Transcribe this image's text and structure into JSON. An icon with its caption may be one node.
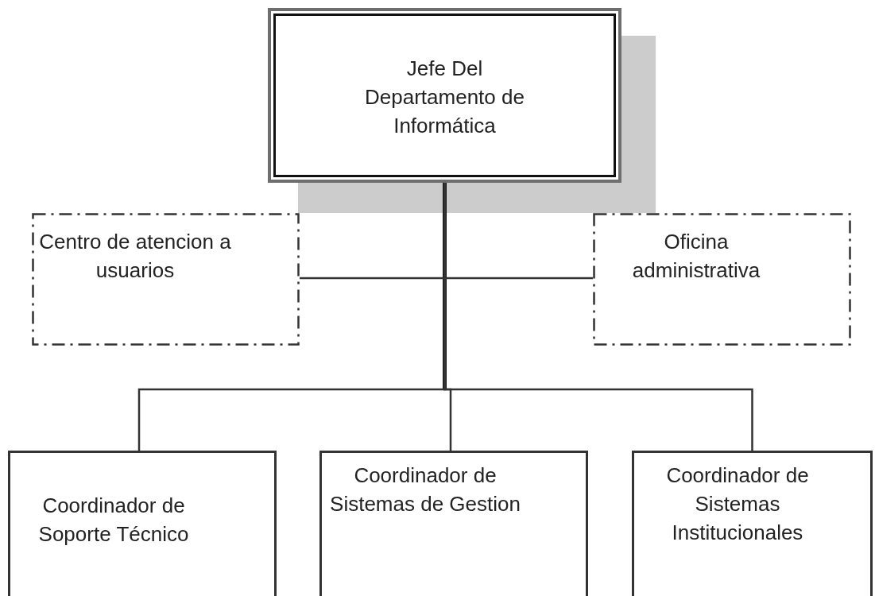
{
  "diagram": {
    "nodes": [
      {
        "text": [
          "Jefe Del Departamento de Informática"
        ]
      },
      {
        "text": [
          "Centro de atencion a usuarios"
        ]
      },
      {
        "text": [
          "Oficina administrativa"
        ]
      },
      {
        "text": [
          "Coordinador de Soporte Técnico"
        ]
      },
      {
        "text": [
          "Coordinador de Sistemas de Gestion"
        ]
      },
      {
        "text": [
          "Coordinador de Sistemas Institucionales"
        ]
      }
    ],
    "edges": [
      {
        "from": 0,
        "to": 1,
        "arrow": "none"
      },
      {
        "from": 0,
        "to": 2,
        "arrow": "none"
      },
      {
        "from": 0,
        "to": 3,
        "arrow": "none"
      },
      {
        "from": 0,
        "to": 4,
        "arrow": "none"
      },
      {
        "from": 0,
        "to": 5,
        "arrow": "none"
      }
    ]
  }
}
